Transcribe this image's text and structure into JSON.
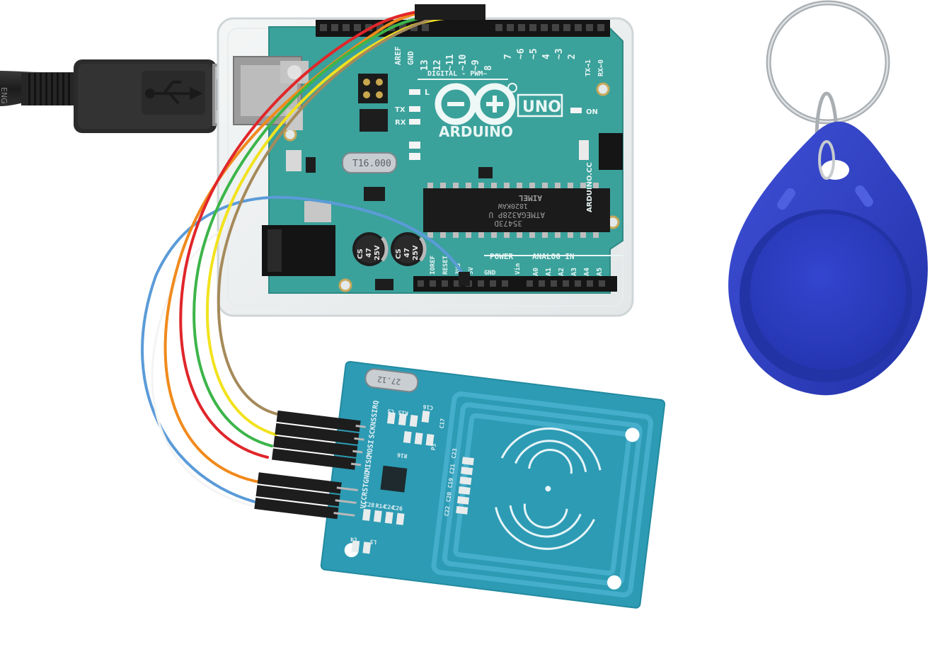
{
  "arduino": {
    "label_gnd": "GND",
    "label_aref": "AREF",
    "pins_digital_high": [
      "13",
      "12",
      "~11",
      "~10",
      "~9",
      "8"
    ],
    "pins_digital_low": [
      "7",
      "~6",
      "~5",
      "4",
      "~3",
      "2"
    ],
    "label_tx_pin": "TX→1",
    "label_rx_pin": "RX←0",
    "label_digital_pwm": "DIGITAL - PWM~",
    "label_l": "L",
    "label_tx": "TX",
    "label_rx": "RX",
    "label_uno": "UNO",
    "label_brand": "ARDUINO",
    "label_on": "ON",
    "label_crystal": "T16.000",
    "label_cap_1": "CS",
    "label_cap_2": "47",
    "label_cap_3": "25V",
    "label_mcu_1": "ATMEGA328P U",
    "label_mcu_2": "35473D",
    "label_mcu_3": "1820KAW",
    "label_mcu_brand": "AIMEL",
    "label_site": "ARDUINO.CC",
    "label_power": "POWER",
    "label_analog": "ANALOG IN",
    "label_ioref": "IOREF",
    "label_reset": "RESET",
    "label_3v3": "3V3",
    "label_5v": "5V",
    "label_gnd_power": "GND",
    "label_vin": "Vin",
    "pins_analog": [
      "A0",
      "A1",
      "A2",
      "A3",
      "A4",
      "A5"
    ]
  },
  "rfid_module": {
    "pins": [
      "IRQ",
      "NSS",
      "SCK",
      "MOSI",
      "MISO",
      "GND",
      "RST",
      "VCC"
    ],
    "components_top": [
      "C16",
      "C17",
      "R15",
      "C5"
    ],
    "components_mid": [
      "R16",
      "P3",
      "L5",
      "L4"
    ],
    "components_bottom": [
      "C28",
      "C26",
      "C24",
      "R14"
    ],
    "components_side": [
      "C23",
      "C21",
      "C19",
      "C20",
      "C22"
    ],
    "label_crystal": "27.12"
  },
  "usb_cable": {
    "label": "ENG"
  },
  "colors": {
    "board": "#3ba19b",
    "rfid_board": "#2d9bb4",
    "keyfob": "#2f3ec6",
    "wire_orange": "#f08a1c",
    "wire_red": "#e0262a",
    "wire_green": "#3cb54a",
    "wire_yellow": "#f2e21e",
    "wire_brown": "#a58a5a",
    "wire_blue": "#5b9bd8",
    "wire_white": "#f4f4f4"
  }
}
